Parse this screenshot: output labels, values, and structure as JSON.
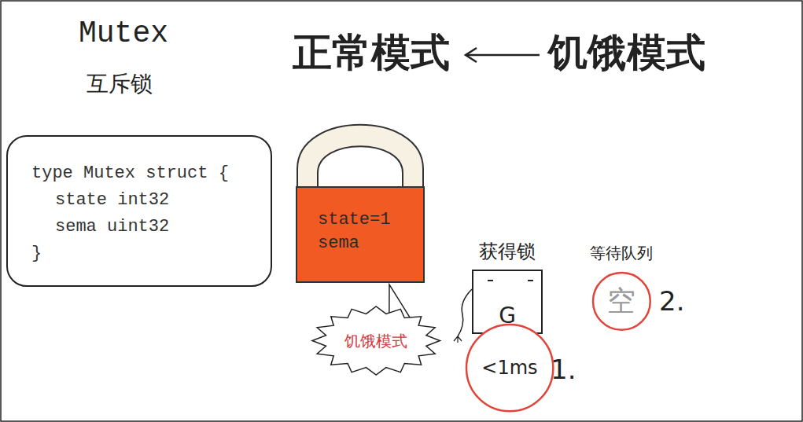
{
  "diagram": {
    "nodes": [
      {
        "text": [
          "type Mutex struct {",
          "state int32",
          "sema uint32",
          "}"
        ]
      },
      {
        "text": [
          "state=1",
          "sema"
        ]
      },
      {
        "text": [
          "饥饿模式"
        ]
      },
      {
        "text": [
          "获得锁",
          "G"
        ]
      },
      {
        "text": [
          "<1ms"
        ]
      },
      {
        "text": [
          "等待队列",
          "空"
        ]
      }
    ],
    "edges": [],
    "labels": [
      "Mutex",
      "互斥锁",
      "正常模式",
      "饥饿模式",
      "1.",
      "2."
    ]
  }
}
